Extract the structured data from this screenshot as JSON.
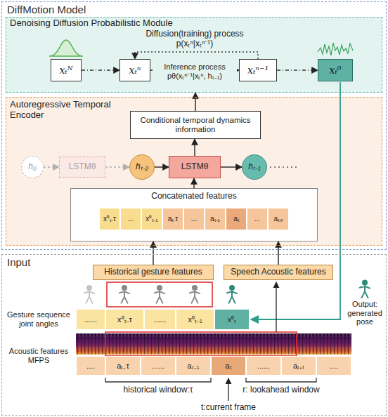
{
  "diagram": {
    "nodes": [
      {
        "text": [
          "DiffMotion Model"
        ]
      },
      {
        "text": [
          "Denoising Diffusion Probabilistic Module"
        ],
        "in": 0
      },
      {
        "text": [
          "xₜᴺ"
        ],
        "in": 1
      },
      {
        "text": [
          "xₜⁿ"
        ],
        "in": 1
      },
      {
        "text": [
          "xₜⁿ⁻¹"
        ],
        "in": 1
      },
      {
        "text": [
          "xₜ⁰"
        ],
        "in": 1
      },
      {
        "text": [
          "Autoregressive Temporal Encoder"
        ],
        "in": 0
      },
      {
        "text": [
          "Conditional temporal dynamics information"
        ],
        "in": 6
      },
      {
        "text": [
          "h₀"
        ],
        "in": 6
      },
      {
        "text": [
          "LSTMθ"
        ],
        "in": 6
      },
      {
        "text": [
          "hₜ₋₂"
        ],
        "in": 6
      },
      {
        "text": [
          "LSTMθ"
        ],
        "in": 6
      },
      {
        "text": [
          "hₜ₋₁"
        ],
        "in": 6
      },
      {
        "text": [
          "Concatenated features"
        ],
        "in": 6
      },
      {
        "text": [
          "Input"
        ]
      },
      {
        "text": [
          "Historical gesture features"
        ],
        "in": 14
      },
      {
        "text": [
          "Speech Acoustic features"
        ],
        "in": 14
      }
    ],
    "edges": [
      {
        "from": 2,
        "to": 3,
        "arrow": "to"
      },
      {
        "from": 3,
        "to": 4,
        "arrow": "to",
        "label": "Inference process pθ(xₜⁿ⁻¹|xₜⁿ, hₜ₋₁)"
      },
      {
        "from": 4,
        "to": 5,
        "arrow": "to"
      },
      {
        "from": 4,
        "to": 3,
        "arrow": "to",
        "label": "Diffusion(training) process p(xₜⁿ|xₜⁿ⁻¹)"
      },
      {
        "from": 7,
        "to": 1,
        "arrow": "to"
      },
      {
        "from": 11,
        "to": 7,
        "arrow": "to"
      },
      {
        "from": 8,
        "to": 9,
        "arrow": "to"
      },
      {
        "from": 9,
        "to": 10,
        "arrow": "to"
      },
      {
        "from": 10,
        "to": 11,
        "arrow": "to"
      },
      {
        "from": 11,
        "to": 12,
        "arrow": "to"
      },
      {
        "from": 13,
        "to": 11,
        "arrow": "to"
      },
      {
        "from": 15,
        "to": 13,
        "arrow": "to"
      },
      {
        "from": 16,
        "to": 13,
        "arrow": "to"
      }
    ],
    "labels": [
      "x⁰ₜ₋τ",
      "...",
      "x⁰ₜ₋₁",
      "aₜ₋τ",
      "...",
      "aₜ₋₁",
      "aₜ",
      "...",
      "aₜ₊ᵣ",
      "Gesture sequence joint angles",
      "......",
      "x⁰ₜ₋τ",
      "......",
      "x⁰ₜ₋₁",
      "x⁰ₜ",
      "Acoustic features MFPS",
      "....",
      "aₜ₋τ",
      "......",
      "aₜ₋₁",
      "aₜ",
      "......",
      "aₜ₊ᵣ",
      "....",
      "Output: generated pose",
      "historical window:τ",
      "t:current frame",
      "r: lookahead window"
    ]
  }
}
